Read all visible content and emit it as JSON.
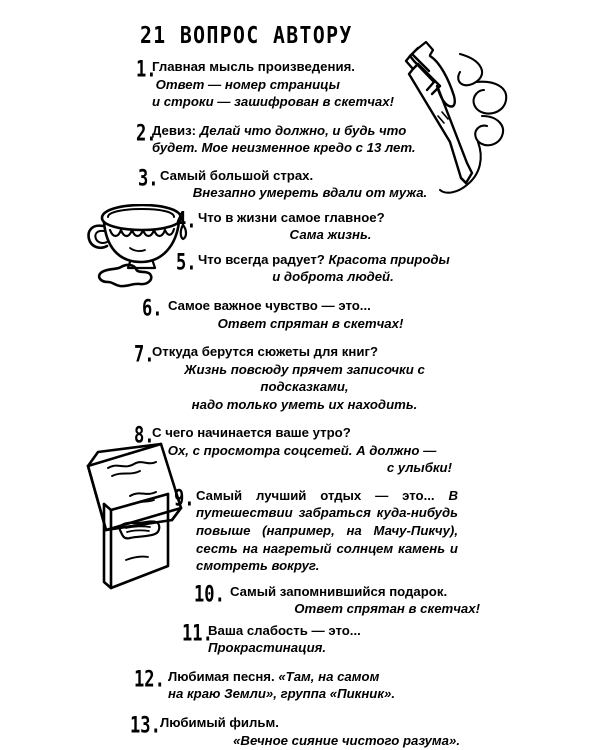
{
  "page": {
    "title": "21 ВОПРОС АВТОРУ",
    "background_color": "#ffffff",
    "ink_color": "#000000"
  },
  "illustrations": [
    {
      "name": "pen-illustration",
      "label": "Ballpoint pen with clip and looping scribble"
    },
    {
      "name": "teacup-illustration",
      "label": "Teacup with spilled puddle"
    },
    {
      "name": "books-illustration",
      "label": "Stack of two tilted books"
    }
  ],
  "questions": [
    {
      "number": "1.",
      "lines": [
        {
          "style": "q",
          "align": "left",
          "text": "Главная мысль произведения."
        },
        {
          "style": "a",
          "align": "left",
          "text": " Ответ — номер страницы"
        },
        {
          "style": "a",
          "align": "left",
          "text": "и строки — зашифрован в скетчах!"
        }
      ]
    },
    {
      "number": "2.",
      "lines": [
        {
          "style": "mixed",
          "align": "left",
          "q": "Девиз: ",
          "a": "Делай что должно, и будь что"
        },
        {
          "style": "a",
          "align": "left",
          "text": "будет. Мое неизменное кредо с 13 лет."
        }
      ]
    },
    {
      "number": "3.",
      "lines": [
        {
          "style": "q",
          "align": "left",
          "text": "Самый большой страх."
        },
        {
          "style": "a",
          "align": "center",
          "text": "Внезапно умереть вдали от мужа."
        }
      ]
    },
    {
      "number": "4.",
      "lines": [
        {
          "style": "q",
          "align": "left",
          "text": "Что в жизни самое главное?"
        },
        {
          "style": "a",
          "align": "center",
          "text": "Сама жизнь."
        }
      ]
    },
    {
      "number": "5.",
      "lines": [
        {
          "style": "mixed",
          "align": "left",
          "q": "Что всегда радует? ",
          "a": "Красота природы"
        },
        {
          "style": "a",
          "align": "center",
          "text": "и доброта людей."
        }
      ]
    },
    {
      "number": "6.",
      "lines": [
        {
          "style": "q",
          "align": "left",
          "text": "Самое важное чувство — это..."
        },
        {
          "style": "a",
          "align": "center",
          "text": "Ответ спрятан в скетчах!"
        }
      ]
    },
    {
      "number": "7.",
      "lines": [
        {
          "style": "q",
          "align": "left",
          "text": "Откуда берутся сюжеты для книг?"
        },
        {
          "style": "a",
          "align": "center",
          "text": "Жизнь повсюду прячет записочки с подсказками,"
        },
        {
          "style": "a",
          "align": "center",
          "text": "надо только уметь их находить."
        }
      ]
    },
    {
      "number": "8.",
      "lines": [
        {
          "style": "q",
          "align": "left",
          "text": "С чего начинается ваше утро?"
        },
        {
          "style": "a",
          "align": "center",
          "text": "Ох, с просмотра соцсетей. А должно —"
        },
        {
          "style": "a",
          "align": "right",
          "text": "с улыбки!"
        }
      ]
    },
    {
      "number": "9.",
      "lines": [
        {
          "style": "mixed",
          "align": "justify",
          "q": "Самый лучший отдых — это... ",
          "a": "В путешествии забраться куда-нибудь повыше (например, на Мачу-Пикчу), сесть на нагретый солнцем камень и смотреть вокруг."
        }
      ]
    },
    {
      "number": "10.",
      "lines": [
        {
          "style": "q",
          "align": "left",
          "text": "Самый запомнившийся подарок."
        },
        {
          "style": "a",
          "align": "right",
          "text": "Ответ спрятан в скетчах!"
        }
      ]
    },
    {
      "number": "11.",
      "lines": [
        {
          "style": "mixed",
          "align": "left",
          "q": "Ваша слабость — это... ",
          "a": "Прокрастинация."
        }
      ]
    },
    {
      "number": "12.",
      "lines": [
        {
          "style": "mixed",
          "align": "left",
          "q": "Любимая песня. ",
          "a": "«Там, на самом"
        },
        {
          "style": "a",
          "align": "left",
          "text": "на краю Земли», группа «Пикник»."
        }
      ]
    },
    {
      "number": "13.",
      "lines": [
        {
          "style": "q",
          "align": "left",
          "text": "Любимый фильм."
        },
        {
          "style": "a",
          "align": "right",
          "text": "«Вечное сияние чистого разума»."
        }
      ]
    }
  ]
}
